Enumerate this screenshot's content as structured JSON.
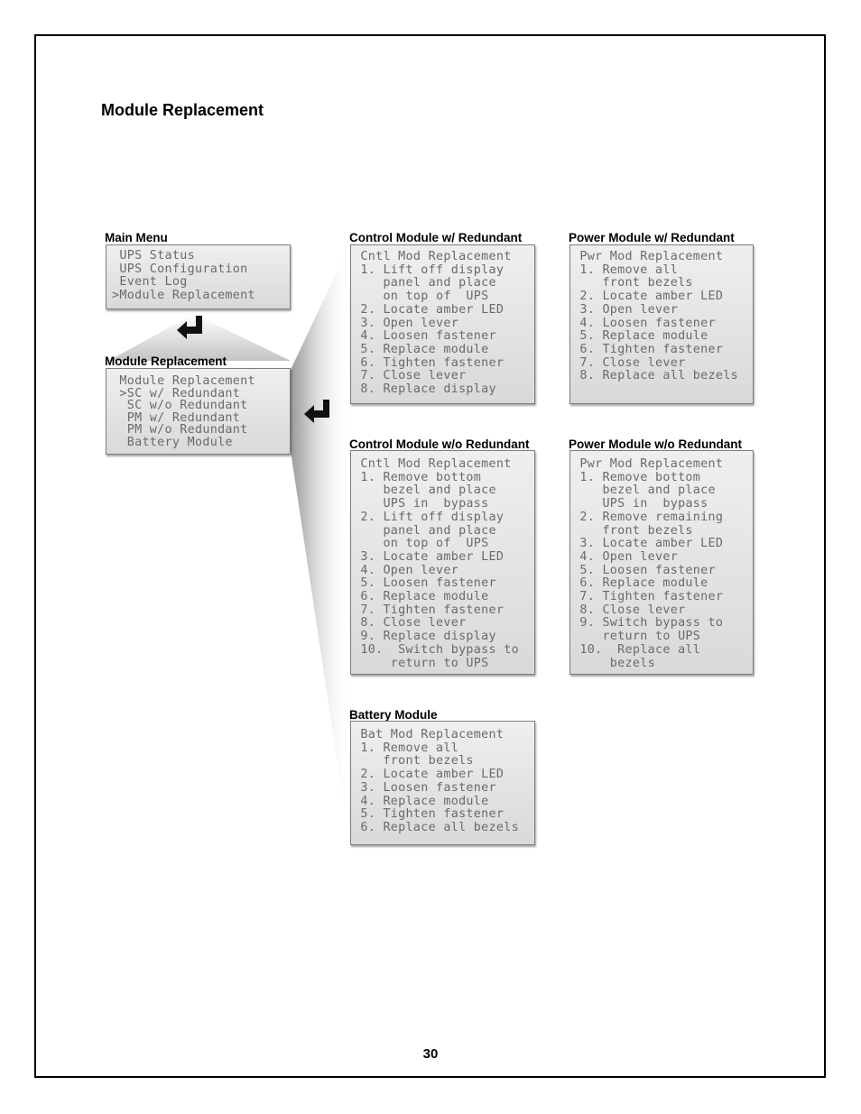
{
  "page": {
    "title": "Module Replacement",
    "page_number": "30"
  },
  "main_menu": {
    "label": "Main Menu",
    "lines": [
      " UPS Status",
      " UPS Configuration",
      " Event Log",
      ">Module Replacement"
    ]
  },
  "module_replacement_menu": {
    "label": "Module Replacement",
    "lines": [
      " Module Replacement",
      " >SC w/ Redundant",
      "  SC w/o Redundant",
      "  PM w/ Redundant",
      "  PM w/o Redundant",
      "  Battery Module"
    ]
  },
  "panels": {
    "control_w": {
      "label": "Control Module w/  Redundant",
      "lines": [
        " Cntl Mod Replacement",
        " 1. Lift off display",
        "    panel and place",
        "    on top of  UPS",
        " 2. Locate amber LED",
        " 3. Open lever",
        " 4. Loosen fastener",
        " 5. Replace module",
        " 6. Tighten fastener",
        " 7. Close lever",
        " 8. Replace display"
      ]
    },
    "power_w": {
      "label": "Power Module w/  Redundant",
      "lines": [
        " Pwr Mod Replacement",
        " 1. Remove all",
        "    front bezels",
        " 2. Locate amber LED",
        " 3. Open lever",
        " 4. Loosen fastener",
        " 5. Replace module",
        " 6. Tighten fastener",
        " 7. Close lever",
        " 8. Replace all bezels"
      ]
    },
    "control_wo": {
      "label": "Control Module w/o  Redundant",
      "lines": [
        " Cntl Mod Replacement",
        " 1. Remove bottom",
        "    bezel and place",
        "    UPS in  bypass",
        " 2. Lift off display",
        "    panel and place",
        "    on top of  UPS",
        " 3. Locate amber LED",
        " 4. Open lever",
        " 5. Loosen fastener",
        " 6. Replace module",
        " 7. Tighten fastener",
        " 8. Close lever",
        " 9. Replace display",
        " 10.  Switch bypass to",
        "     return to UPS"
      ]
    },
    "power_wo": {
      "label": "Power Module w/o  Redundant",
      "lines": [
        " Pwr Mod Replacement",
        " 1. Remove bottom",
        "    bezel and place",
        "    UPS in  bypass",
        " 2. Remove remaining",
        "    front bezels",
        " 3. Locate amber LED",
        " 4. Open lever",
        " 5. Loosen fastener",
        " 6. Replace module",
        " 7. Tighten fastener",
        " 8. Close lever",
        " 9. Switch bypass to",
        "    return to UPS",
        " 10.  Replace all",
        "     bezels"
      ]
    },
    "battery": {
      "label": "Battery Module",
      "lines": [
        " Bat Mod Replacement",
        " 1. Remove all",
        "    front bezels",
        " 2. Locate amber LED",
        " 3. Loosen fastener",
        " 4. Replace module",
        " 5. Tighten fastener",
        " 6. Replace all bezels"
      ]
    }
  },
  "icons": {
    "enter_arrow": "enter-key-icon"
  }
}
